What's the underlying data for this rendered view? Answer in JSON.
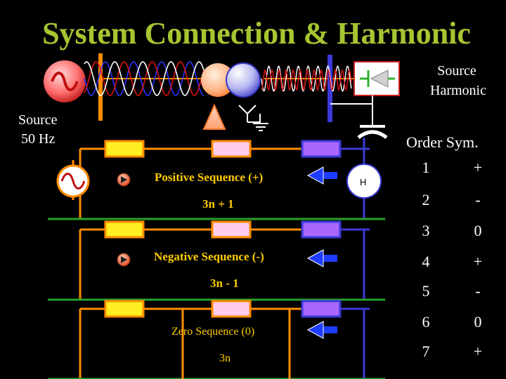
{
  "title": "System Connection & Harmonic",
  "labels": {
    "source_harmonic": [
      "Source",
      "Harmonic"
    ],
    "source_50hz": [
      "Source",
      "50 Hz"
    ],
    "order_header": "Order  Sym.",
    "harmonic_marker": "H"
  },
  "sequences": [
    {
      "name": "Positive Sequence (+)",
      "formula": "3n + 1"
    },
    {
      "name": "Negative Sequence (-)",
      "formula": "3n - 1"
    },
    {
      "name": "Zero Sequence (0)",
      "formula": "3n"
    }
  ],
  "order_table": [
    {
      "order": "1",
      "sym": "+"
    },
    {
      "order": "2",
      "sym": "-"
    },
    {
      "order": "3",
      "sym": "0"
    },
    {
      "order": "4",
      "sym": "+"
    },
    {
      "order": "5",
      "sym": "-"
    },
    {
      "order": "6",
      "sym": "0"
    },
    {
      "order": "7",
      "sym": "+"
    }
  ],
  "colors": {
    "title": "#a6c531",
    "label_gold": "#ffcc00",
    "phase_line": "#ff8c00",
    "neutral_line": "#3a3ad8",
    "ground_line": "#2aa02a",
    "resistor_yellow": "#ffee22",
    "reactor_pink": "#ffccee",
    "load_purple": "#aa66ff",
    "arrow_blue": "#1e3cff",
    "wave_red": "#e01010",
    "wave_blue": "#3030ff",
    "wave_white": "#ffffff"
  }
}
